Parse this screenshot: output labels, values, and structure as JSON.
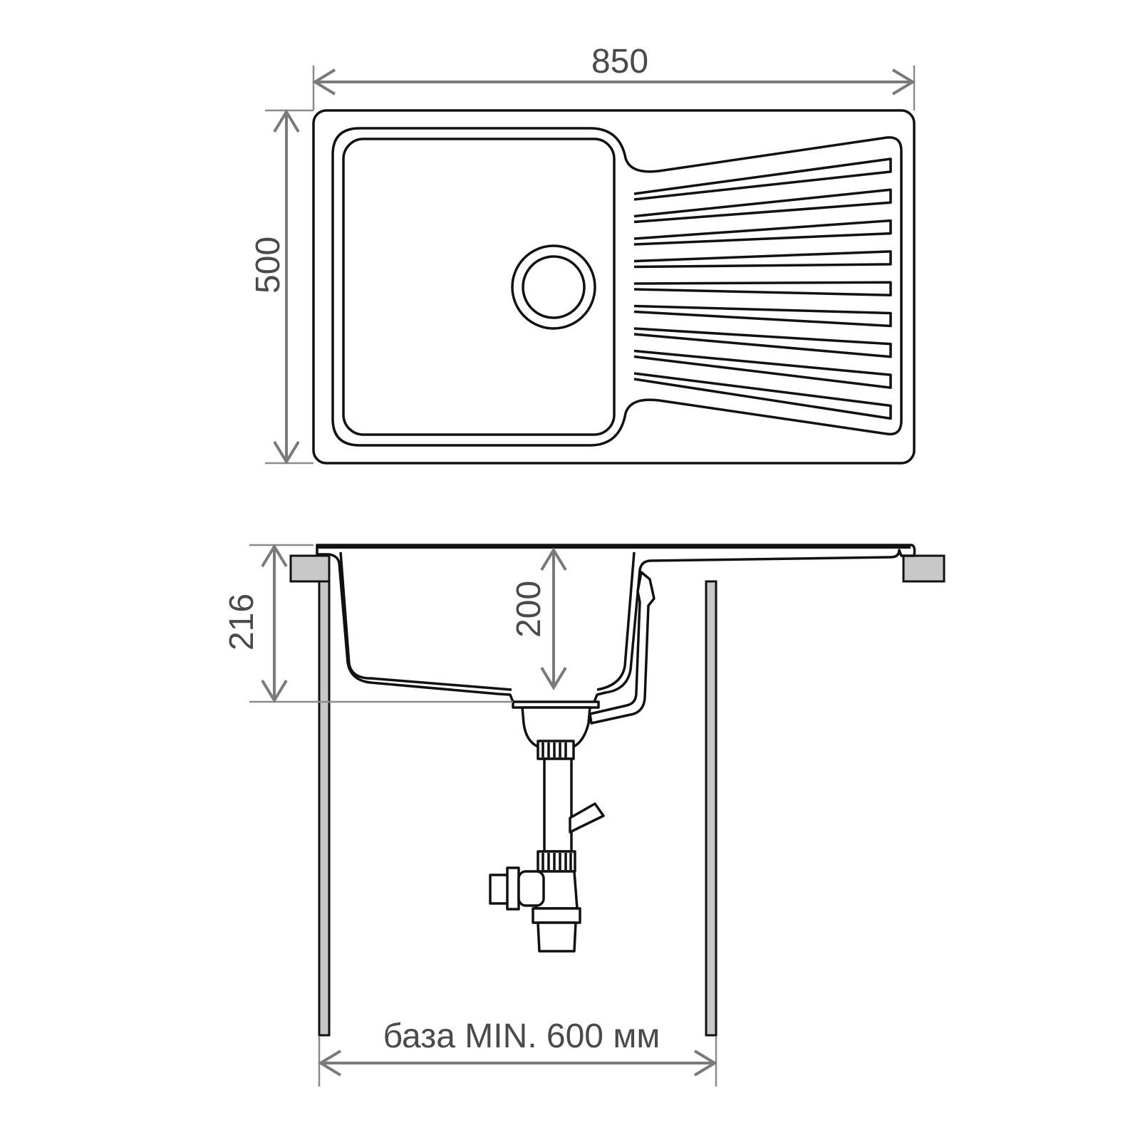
{
  "top_view": {
    "width_label": "850",
    "depth_label": "500",
    "rib_count": 9
  },
  "side_view": {
    "total_depth_label": "216",
    "bowl_depth_label": "200",
    "base_label": "база MIN. 600 мм"
  },
  "colors": {
    "dimension": "#7a7a7a",
    "outline": "#111111",
    "fill_gray": "#c8c8c8"
  }
}
